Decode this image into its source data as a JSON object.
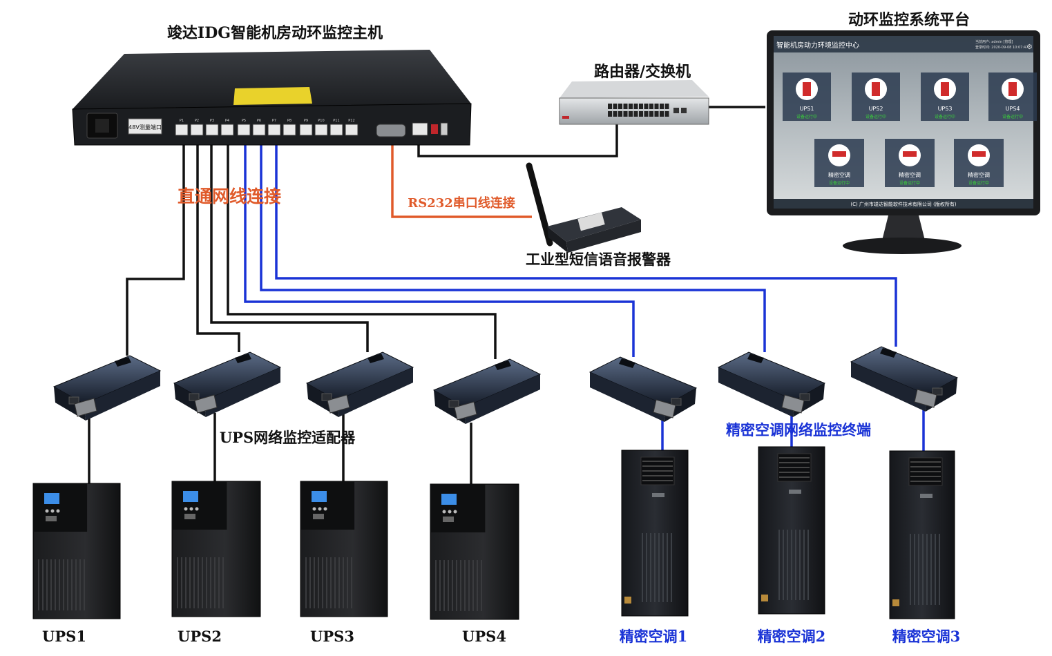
{
  "titles": {
    "host": "竣达IDG智能机房动环监控主机",
    "platform": "动环监控系统平台",
    "router": "路由器/交换机",
    "alarm": "工业型短信语音报警器",
    "ups_adapter": "UPS网络监控适配器",
    "ac_terminal": "精密空调网络监控终端"
  },
  "connections": {
    "direct": "直通网线连接",
    "serial": "RS232串口线连接"
  },
  "host_device": {
    "port_label": "48V测量端口",
    "ports": [
      "P1",
      "P2",
      "P3",
      "P4",
      "P5",
      "P6",
      "P7",
      "P8",
      "P9",
      "P10",
      "P11",
      "P12"
    ]
  },
  "monitor": {
    "title": "智能机房动力环境监控中心",
    "user": "当前用户: admin [管理]",
    "time": "登录时间: 2020-09-08 10:07:47",
    "ups_cards": [
      {
        "label": "UPS1",
        "status": "设备运行中"
      },
      {
        "label": "UPS2",
        "status": "设备运行中"
      },
      {
        "label": "UPS3",
        "status": "设备运行中"
      },
      {
        "label": "UPS4",
        "status": "设备运行中"
      }
    ],
    "ac_cards": [
      {
        "label": "精密空调",
        "status": "设备运行中"
      },
      {
        "label": "精密空调",
        "status": "设备运行中"
      },
      {
        "label": "精密空调",
        "status": "设备运行中"
      }
    ],
    "footer": "(C) 广州市竣达智能软件技术有限公司 (版权所有)"
  },
  "devices": {
    "ups": [
      "UPS1",
      "UPS2",
      "UPS3",
      "UPS4"
    ],
    "ac": [
      "精密空调1",
      "精密空调2",
      "精密空调3"
    ]
  },
  "colors": {
    "black_wire": "#111111",
    "blue_wire": "#1a33d6",
    "serial_wire": "#e05a2a",
    "orange_text": "#e05a2a",
    "blue_text": "#1a33d6",
    "status_green": "#3ad13a"
  }
}
